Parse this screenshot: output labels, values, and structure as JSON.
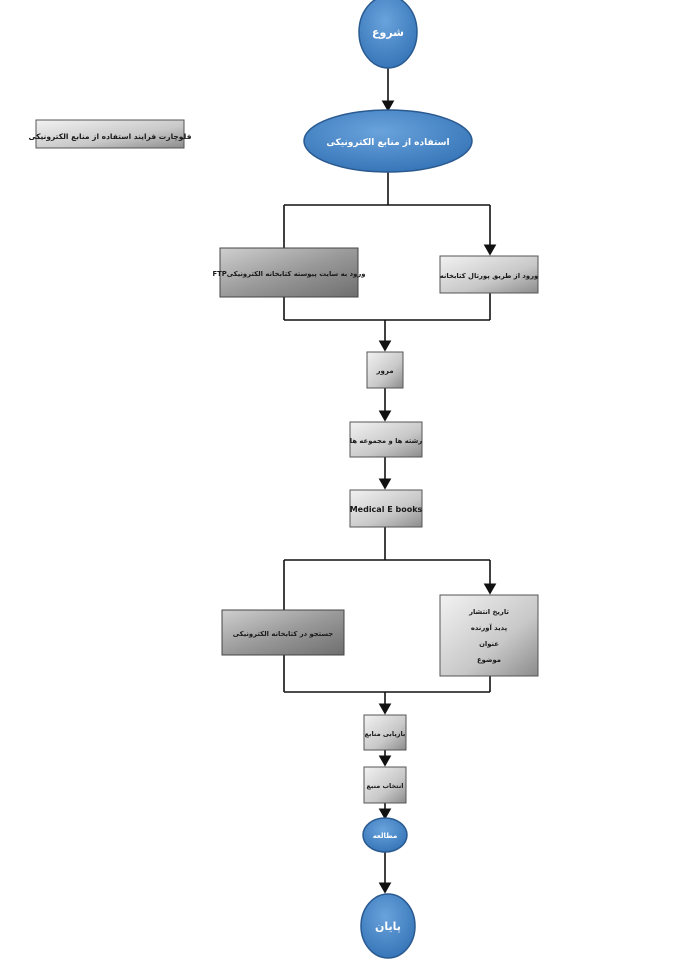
{
  "title_box": "فلوچارت فرایند استفاده از منابع الکترونیکی",
  "nodes": {
    "start": "شروع",
    "use_e_resources": "استفاده از منابع الکترونیکی",
    "ftp_access": "FTPورود به سایت پیوسته کتابخانه الکترونیکی",
    "portal_login": "ورود از طریق پورتال کتابخانه",
    "browse": "مرور",
    "categories": "رشته ها و مجموعه ها",
    "medical_ebooks": "Medical E books",
    "search_elibrary": "جستجو در کتابخانه الکترونیکی",
    "search_fields": [
      "تاریخ انتشار",
      "پدید آورنده",
      "عنوان",
      "موضوع"
    ],
    "retrieve": "بازیابی منابع",
    "select": "انتخاب منبع",
    "study": "مطالعه",
    "end": "پایان"
  },
  "colors": {
    "ellipse": "#3a7cc4",
    "ellipse_border": "#2a5a90",
    "box_light": "#e6e6e6",
    "box_dark": "#8a8a8a",
    "line": "#111111"
  }
}
